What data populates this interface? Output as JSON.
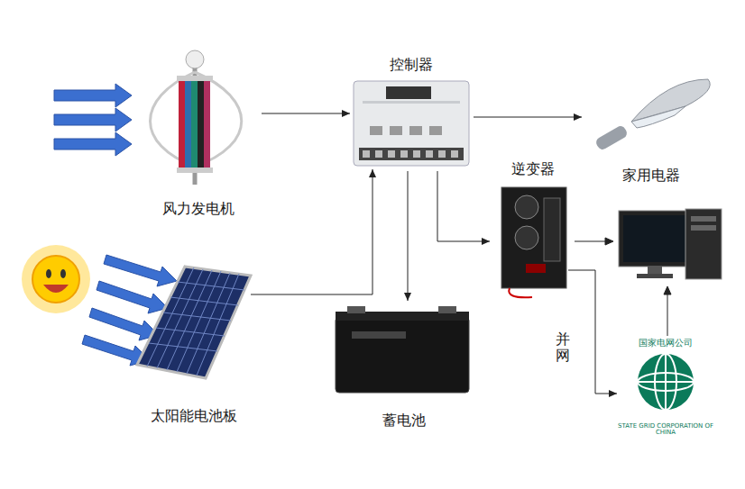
{
  "diagram": {
    "nodes": [
      {
        "text": [
          "风力发电机"
        ]
      },
      {
        "text": [
          "控制器"
        ]
      },
      {
        "text": [
          "家用电器"
        ]
      },
      {
        "text": [
          "逆变器"
        ]
      },
      {
        "text": [
          "太阳能电池板"
        ]
      },
      {
        "text": [
          "蓄电池"
        ]
      },
      {
        "text": [
          "国家电网公司",
          "STATE GRID CORPORATION OF CHINA"
        ]
      }
    ],
    "edges": [
      {
        "from": 0,
        "to": 1,
        "arrow": "to"
      },
      {
        "from": 4,
        "to": 1,
        "arrow": "to"
      },
      {
        "from": 1,
        "to": 2,
        "arrow": "to"
      },
      {
        "from": 1,
        "to": 5,
        "arrow": "to"
      },
      {
        "from": 1,
        "to": 3,
        "arrow": "to"
      },
      {
        "from": 3,
        "to": 6,
        "label": "并网",
        "arrow": "to"
      }
    ]
  }
}
